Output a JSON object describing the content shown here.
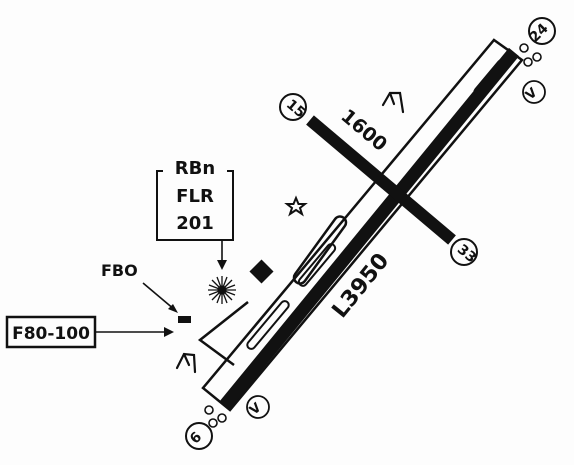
{
  "runways": {
    "main": {
      "length_label": "L3950",
      "end_a": "6",
      "end_b": "24"
    },
    "cross": {
      "length_label": "1600",
      "end_a": "15",
      "end_b": "33"
    }
  },
  "info_box": {
    "lines": [
      "RBn",
      "FLR",
      "201"
    ]
  },
  "fbo_label": "FBO",
  "fuel_box": {
    "label": "F80-100"
  },
  "vasi_label": "V",
  "colors": {
    "ink": "#111111",
    "paper": "#fdfdfd"
  },
  "icons": [
    "windsock-icon",
    "beacon-star-icon",
    "rotating-beacon-icon",
    "runway-light-icon",
    "building-icon"
  ]
}
